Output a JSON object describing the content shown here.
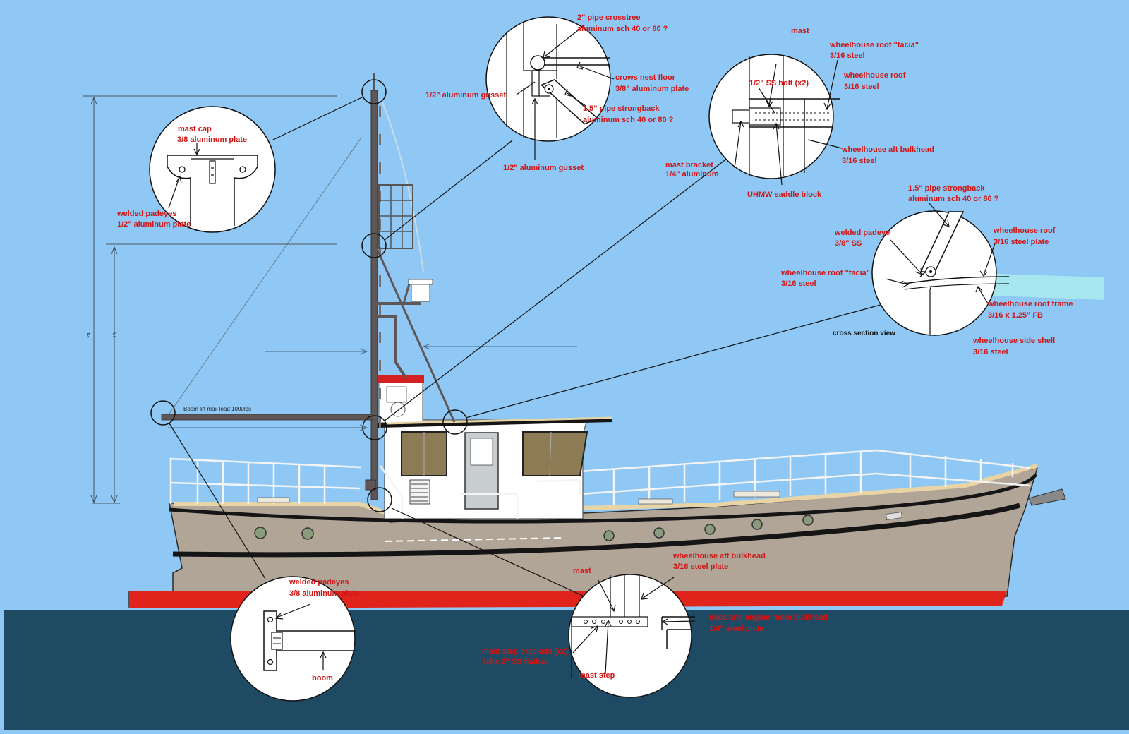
{
  "colors": {
    "sky": "#8fc8f5",
    "water": "#1f4a63",
    "hull": "#b1a598",
    "hull_bottom": "#e0241c",
    "deck": "#e9d4a6",
    "label": "#d21414",
    "mast": "#605656",
    "cabin": "#ffffff",
    "window": "#8c7b54"
  },
  "dimensions": {
    "overall_height": "24'",
    "lower_height": "16'"
  },
  "boom_note": "Boom lift max load 1000lbs",
  "cross_section_note": "cross section view",
  "details": {
    "mast_cap": {
      "cap_line1": "mast cap",
      "cap_line2": "3/8 aluminum plate",
      "padeye_line1": "welded padeyes",
      "padeye_line2": "1/2\" aluminum plate"
    },
    "crosstree": {
      "crosstree_line1": "2\" pipe crosstree",
      "crosstree_line2": "aluminum sch 40 or 80 ?",
      "floor_line1": "crows nest floor",
      "floor_line2": "3/8\" aluminum plate",
      "gusset_left": "1/2\" aluminum gusset",
      "strongback_line1": "1.5\" pipe strongback",
      "strongback_line2": "aluminum sch 40 or 80 ?",
      "gusset_bottom": "1/2\" aluminum gusset"
    },
    "mast_bracket": {
      "mast": "mast",
      "bolt": "1/2\" SS bolt (x2)",
      "facia_line1": "wheelhouse roof \"facia\"",
      "facia_line2": "3/16 steel",
      "roof_line1": "wheelhouse roof",
      "roof_line2": "3/16 steel",
      "bulkhead_line1": "wheelhouse aft bulkhead",
      "bulkhead_line2": "3/16 steel",
      "bracket_line1": "mast bracket",
      "bracket_line2": "1/4\" aluminum",
      "saddle": "UHMW saddle block"
    },
    "roof_section": {
      "strongback_line1": "1.5\" pipe strongback",
      "strongback_line2": "aluminum sch 40 or 80 ?",
      "padeye_line1": "welded padeye",
      "padeye_line2": "3/8\" SS",
      "roof_plate_line1": "wheelhouse roof",
      "roof_plate_line2": "3/16 steel plate",
      "facia_line1": "wheelhouse roof \"facia\"",
      "facia_line2": "3/16 steel",
      "frame_line1": "wheelhouse roof frame",
      "frame_line2": "3/16 x 1.25\" FB",
      "side_line1": "wheelhouse side shell",
      "side_line2": "3/16 steel"
    },
    "boom_end": {
      "padeye_line1": "welded padeyes",
      "padeye_line2": "3/8 aluminum plate",
      "boom": "boom"
    },
    "mast_step": {
      "mast": "mast",
      "aft_line1": "wheelhouse aft bulkhead",
      "aft_line2": "3/16 steel plate",
      "deck_line1": "deck and engine room bulkhead",
      "deck_line2": "1/4\" steel plate",
      "brackets_line1": "mast step brackets (x2)",
      "brackets_line2": "3/8 x 2\" SS flatbar",
      "step": "mast step"
    }
  }
}
